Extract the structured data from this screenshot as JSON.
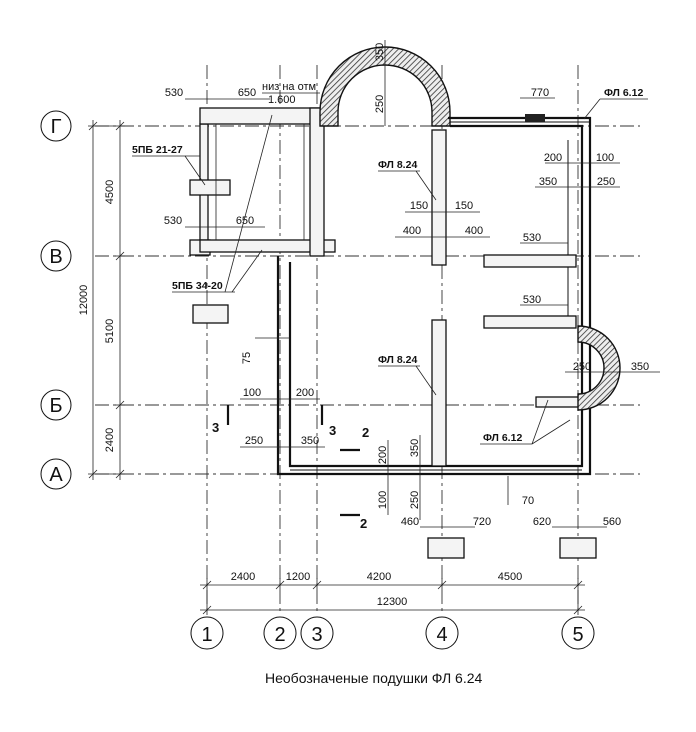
{
  "axes_letters": [
    "Г",
    "В",
    "Б",
    "А"
  ],
  "axes_numbers": [
    "1",
    "2",
    "3",
    "4",
    "5"
  ],
  "dims_vertical_left": [
    "4500",
    "5100",
    "2400"
  ],
  "dims_vertical_total": "12000",
  "dims_bottom": [
    "2400",
    "1200",
    "4200",
    "4500"
  ],
  "dims_bottom_total": "12300",
  "elevation_note_line1": "низ на отм",
  "elevation_note_line2": "1.600",
  "labels": {
    "fbs_21": "5ПБ 21-27",
    "fbs_34": "5ПБ 34-20",
    "fl824_top": "ФЛ 8.24",
    "fl824_bottom": "ФЛ 8.24",
    "fl612_top": "ФЛ 6.12",
    "fl612_bottom": "ФЛ 6.12"
  },
  "section_marks": {
    "s3a": "3",
    "s3b": "3",
    "s2a": "2",
    "s2b": "2"
  },
  "dims_misc": {
    "d530_top": "530",
    "d650_top": "650",
    "d530_mid": "530",
    "d650_mid": "650",
    "d350_arch": "350",
    "d250_arch": "250",
    "d770": "770",
    "d200_r": "200",
    "d100_r": "100",
    "d350_r": "350",
    "d250_r": "250",
    "d150_l": "150",
    "d150_r": "150",
    "d400_l": "400",
    "d400_r": "400",
    "d530_r1": "530",
    "d530_r2": "530",
    "d75": "75",
    "d100_b": "100",
    "d200_b": "200",
    "d250_b": "250",
    "d350_b": "350",
    "d200_v": "200",
    "d350_v": "350",
    "d100_v": "100",
    "d250_v": "250",
    "d70": "70",
    "d250_arc2": "250",
    "d350_arc2": "350",
    "d460": "460",
    "d720": "720",
    "d620": "620",
    "d560": "560"
  },
  "footer_note": "Необозначеные подушки  ФЛ 6.24"
}
